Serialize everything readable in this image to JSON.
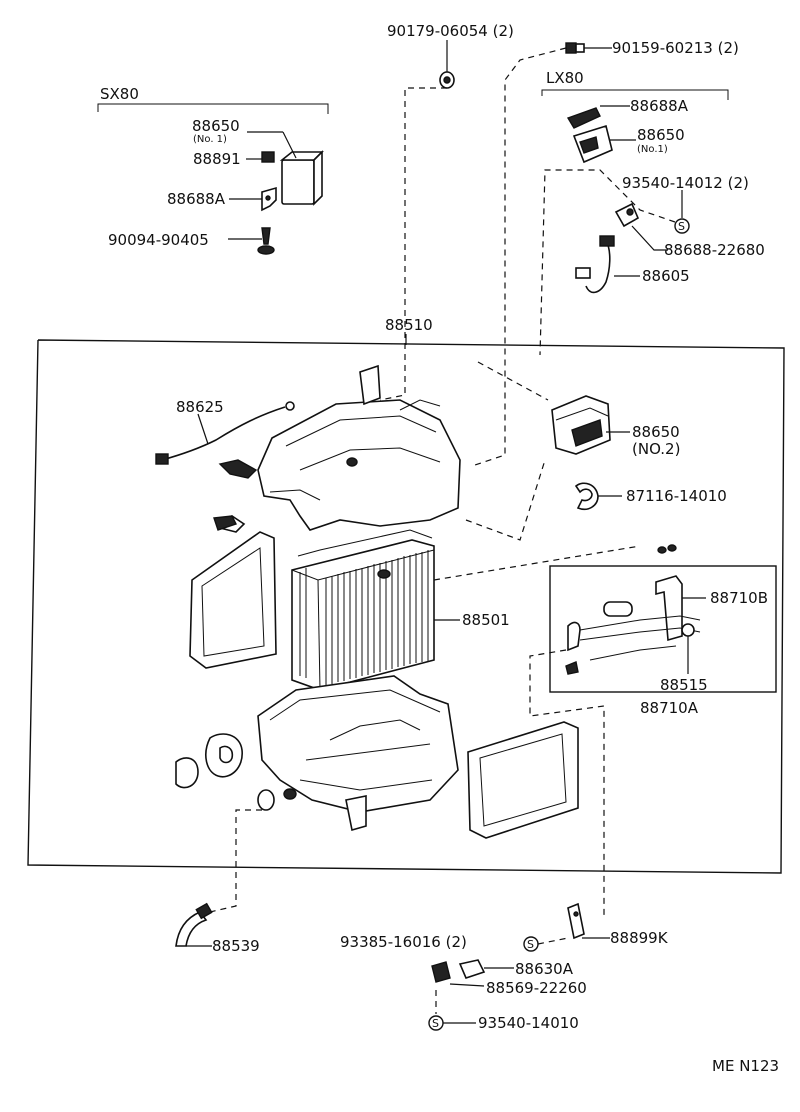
{
  "groups": {
    "sx80": "SX80",
    "lx80": "LX80"
  },
  "labels": {
    "p90179": "90179-06054 (2)",
    "p90159": "90159-60213 (2)",
    "p88688a_lx": "88688A",
    "p88650_lx": "88650",
    "p88650_lx_no": "(No.1)",
    "p93540_top": "93540-14012 (2)",
    "p88688_22680": "88688-22680",
    "p88605": "88605",
    "p88650_sx": "88650",
    "p88650_sx_no": "(No. 1)",
    "p88891": "88891",
    "p88688a_sx": "88688A",
    "p90094": "90094-90405",
    "p88510": "88510",
    "p88625": "88625",
    "p88650_no2": "88650",
    "p88650_no2_no": "(NO.2)",
    "p87116": "87116-14010",
    "p88710b": "88710B",
    "p88501": "88501",
    "p88515": "88515",
    "p88710a": "88710A",
    "p88539": "88539",
    "p93385": "93385-16016 (2)",
    "p88899k": "88899K",
    "p88630a": "88630A",
    "p88569": "88569-22260",
    "p93540_bot": "93540-14010",
    "s_symbol": "S"
  },
  "footer": {
    "code": "ME  N123"
  }
}
